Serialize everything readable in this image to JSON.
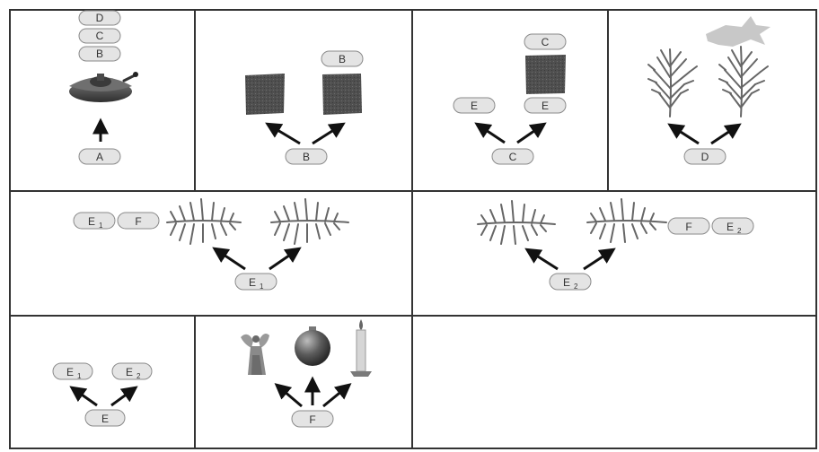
{
  "colors": {
    "border": "#333333",
    "pill_fill": "#e4e4e4",
    "pill_stroke": "#8a8a8a",
    "arrow": "#111111",
    "block": "#555555",
    "branch": "#6a6a6a",
    "star": "#c8c8c8"
  },
  "panels": [
    {
      "id": "panel-a",
      "labels": {
        "root": "A",
        "stack_top": "D",
        "stack_mid": "C",
        "stack_bottom": "B"
      },
      "icons": [
        "tree-stand-icon",
        "up-arrow-icon"
      ]
    },
    {
      "id": "panel-b",
      "labels": {
        "root": "B",
        "top_right": "B"
      },
      "icons": [
        "trunk-block-left-icon",
        "trunk-block-right-icon"
      ]
    },
    {
      "id": "panel-c",
      "labels": {
        "root": "C",
        "top": "C",
        "left": "E",
        "right": "E"
      },
      "icons": [
        "trunk-block-icon"
      ]
    },
    {
      "id": "panel-d",
      "labels": {
        "root": "D"
      },
      "icons": [
        "branch-left-icon",
        "branch-right-icon",
        "star-icon"
      ]
    },
    {
      "id": "panel-e1",
      "labels": {
        "root_main": "E",
        "root_sub": "1",
        "pill1_main": "E",
        "pill1_sub": "1",
        "pill2": "F"
      },
      "icons": [
        "fir-branch-left-icon",
        "fir-branch-right-icon"
      ]
    },
    {
      "id": "panel-e2",
      "labels": {
        "root_main": "E",
        "root_sub": "2",
        "pill1": "F",
        "pill2_main": "E",
        "pill2_sub": "2"
      },
      "icons": [
        "fir-branch-left-icon",
        "fir-branch-right-icon"
      ]
    },
    {
      "id": "panel-e",
      "labels": {
        "root": "E",
        "left_main": "E",
        "left_sub": "1",
        "right_main": "E",
        "right_sub": "2"
      }
    },
    {
      "id": "panel-f",
      "labels": {
        "root": "F"
      },
      "icons": [
        "angel-icon",
        "bauble-icon",
        "candle-icon"
      ]
    },
    {
      "id": "panel-empty"
    }
  ]
}
